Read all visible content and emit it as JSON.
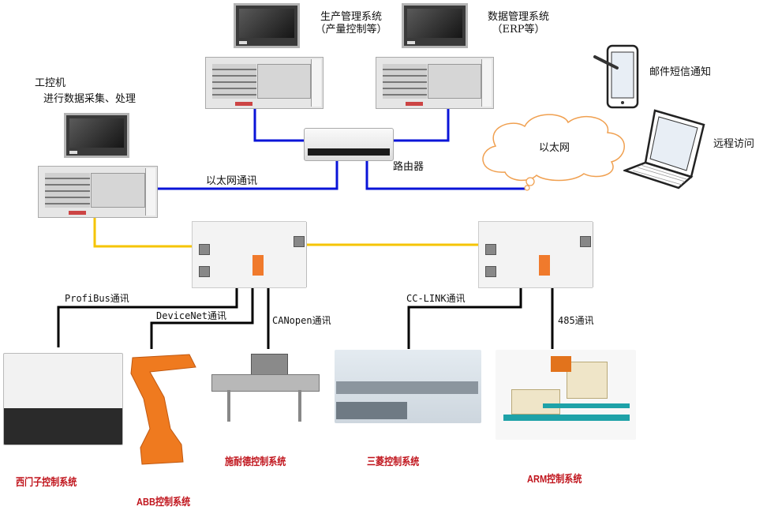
{
  "diagram": {
    "nodes": {
      "production_system": {
        "line1": "生产管理系统",
        "line2": "（产量控制等）"
      },
      "data_system": {
        "line1": "数据管理系统",
        "line2": "（ERP等）"
      },
      "ipc": {
        "line1": "工控机",
        "line2": "进行数据采集、处理"
      },
      "router": {
        "label": "路由器"
      },
      "cloud": {
        "label": "以太网"
      },
      "tablet": {
        "label": "邮件短信通知"
      },
      "laptop": {
        "label": "远程访问"
      },
      "ethernet_link": {
        "label": "以太网通讯"
      }
    },
    "buses": [
      {
        "label": "ProfiBus通讯"
      },
      {
        "label": "DeviceNet通讯"
      },
      {
        "label": "CANopen通讯"
      },
      {
        "label": "CC-LINK通讯"
      },
      {
        "label": "485通讯"
      }
    ],
    "systems": [
      {
        "label": "西门子控制系统"
      },
      {
        "label": "ABB控制系统"
      },
      {
        "label": "施耐德控制系统"
      },
      {
        "label": "三菱控制系统"
      },
      {
        "label": "ARM控制系统"
      }
    ],
    "colors": {
      "ethernet": "#0a14d8",
      "fieldbus_yellow": "#f5c400",
      "fieldbus_black": "#000000",
      "cloud_outline": "#f0a050",
      "system_label": "#c0141c"
    }
  }
}
